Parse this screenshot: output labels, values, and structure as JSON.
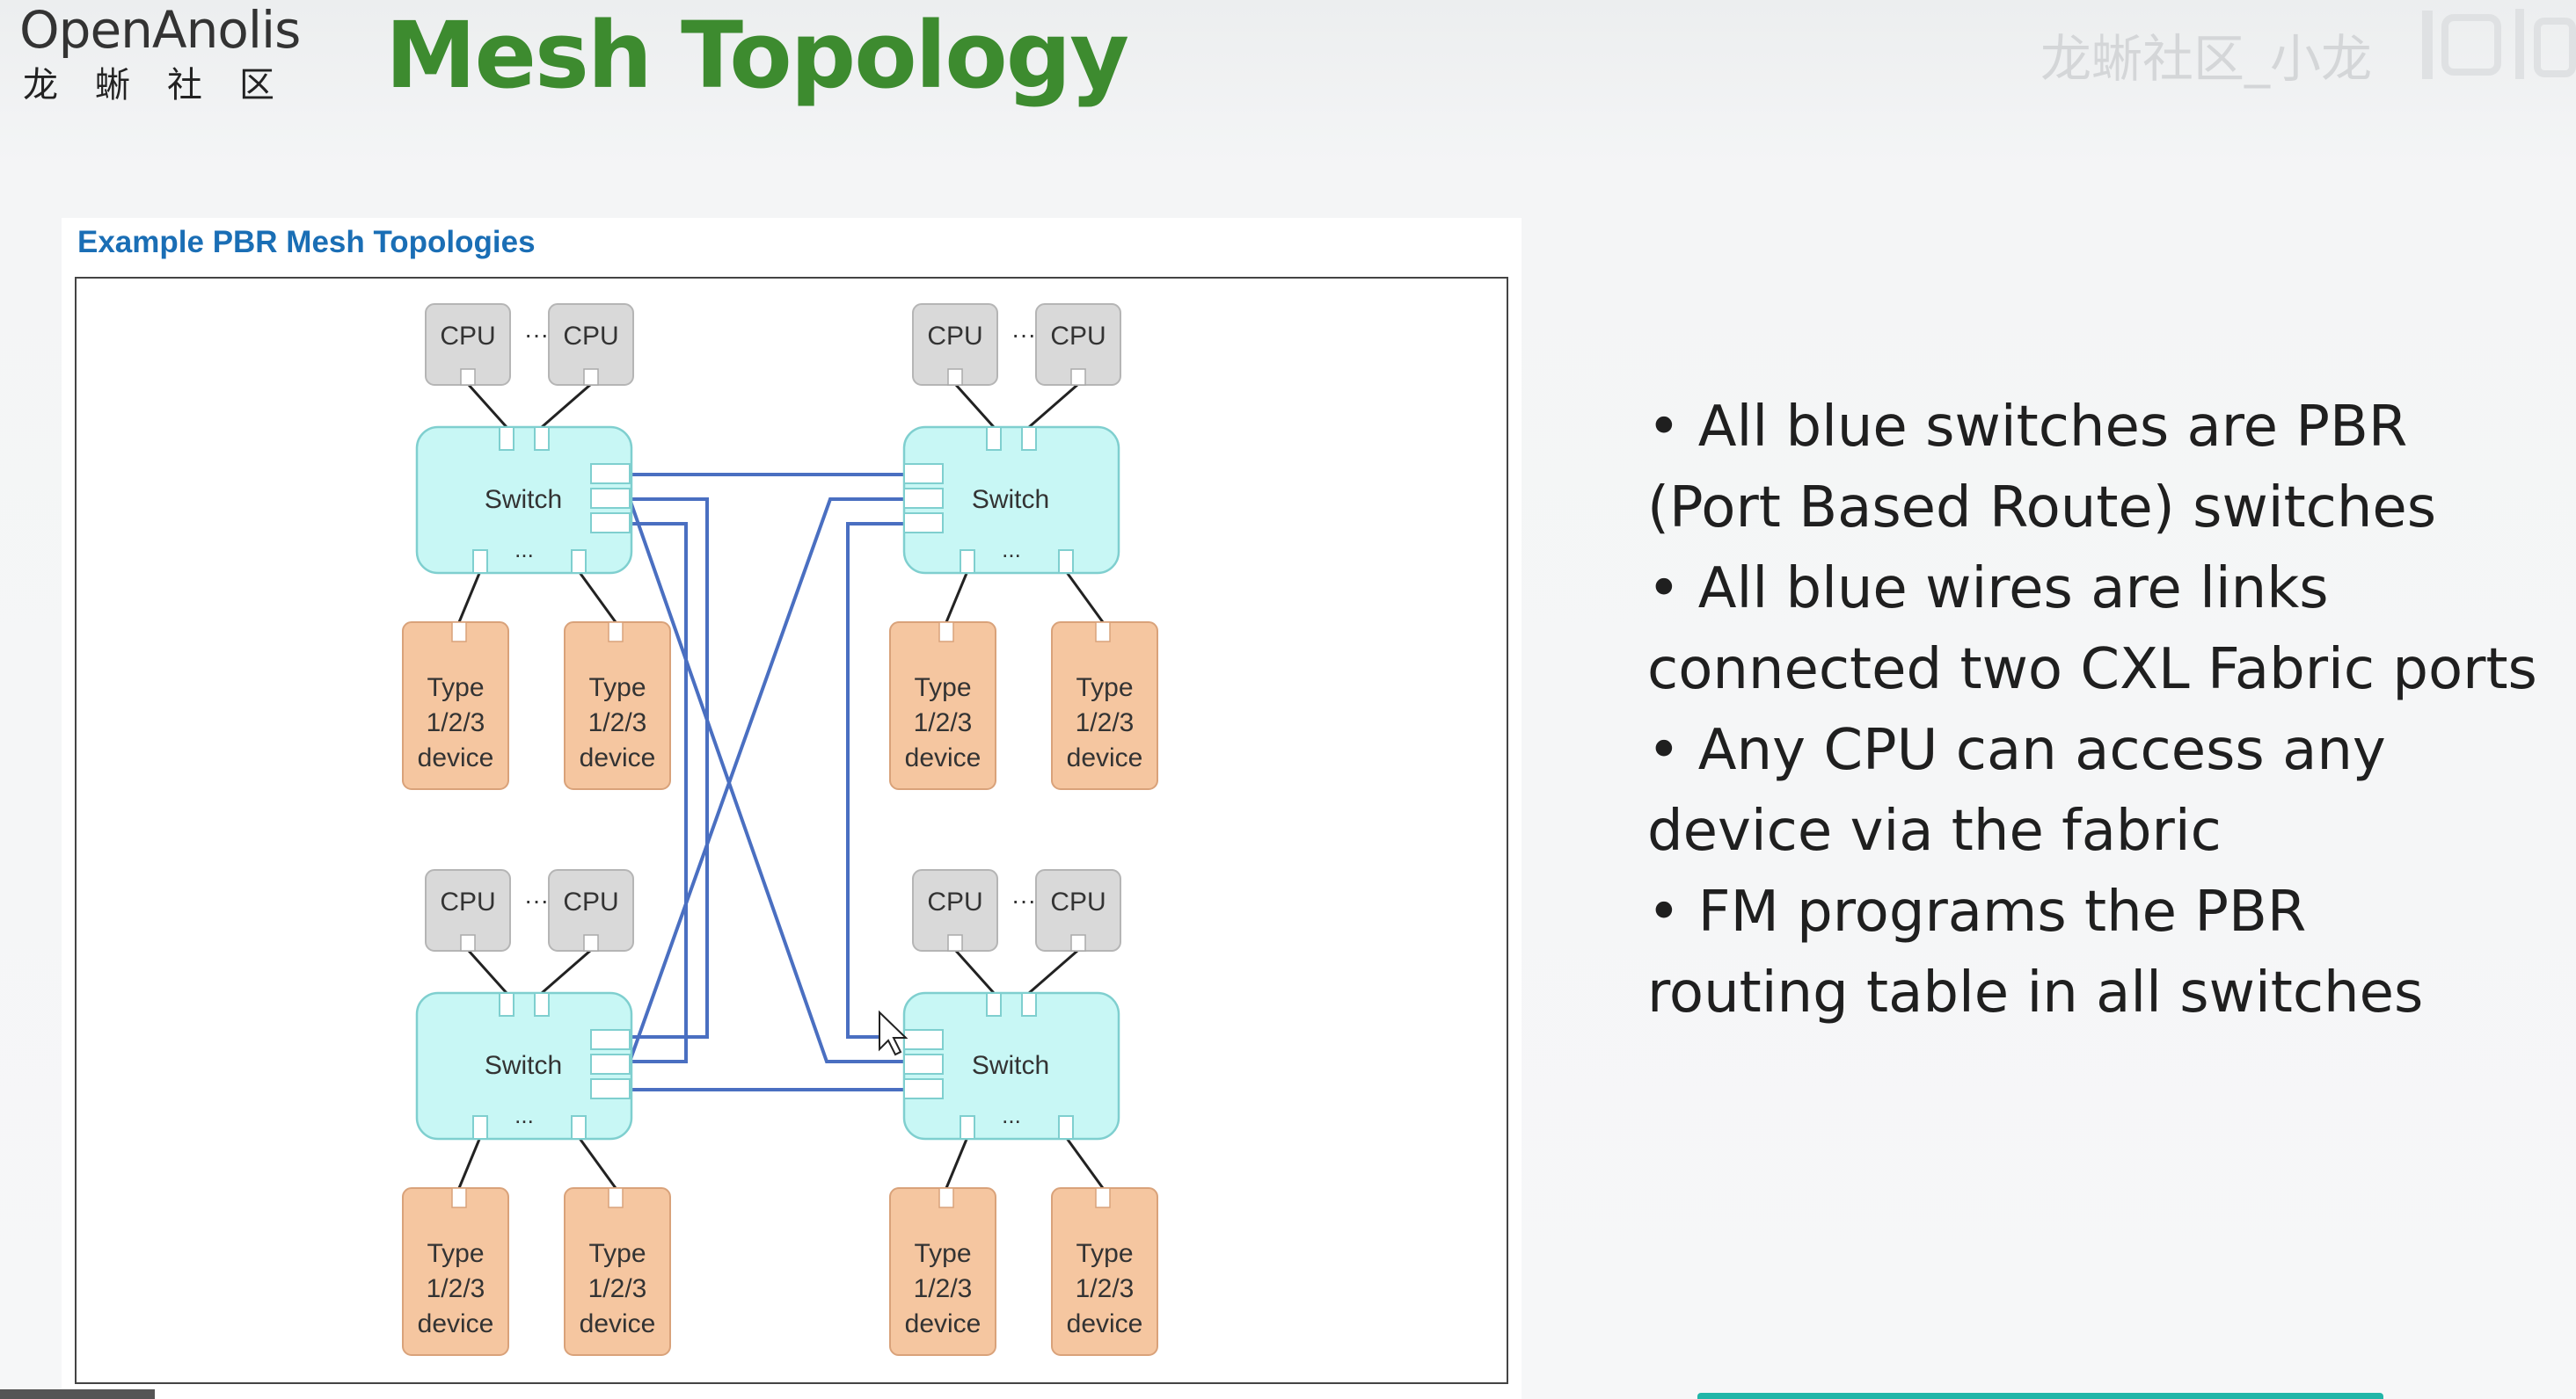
{
  "header": {
    "logo_en": "OpenAnolis",
    "logo_cn": "龙蜥社区",
    "title": "Mesh Topology",
    "watermark": "龙蜥社区_小龙"
  },
  "figure": {
    "caption": "Example PBR Mesh Topologies",
    "cpu_label": "CPU",
    "ellipsis": "···",
    "switch_label": "Switch",
    "switch_ellipsis": "...",
    "device_lines": [
      "Type",
      "1/2/3",
      "device"
    ]
  },
  "bullets": [
    {
      "lines": [
        "All blue switches are PBR",
        "(Port Based Route) switches"
      ]
    },
    {
      "lines": [
        "All blue wires are links",
        "connected two CXL Fabric ports"
      ]
    },
    {
      "lines": [
        "Any CPU can access any",
        "device via the fabric"
      ]
    },
    {
      "lines": [
        "FM programs the PBR",
        "routing table in all switches"
      ]
    }
  ],
  "colors": {
    "title_green": "#3d8b2f",
    "caption_blue": "#1a6eb5",
    "switch_fill": "#c8f7f5",
    "switch_stroke": "#7fcfcf",
    "device_fill": "#f5c6a0",
    "device_stroke": "#d9a27a",
    "cpu_fill": "#d9d9d9",
    "link_blue": "#4a6fc1"
  }
}
